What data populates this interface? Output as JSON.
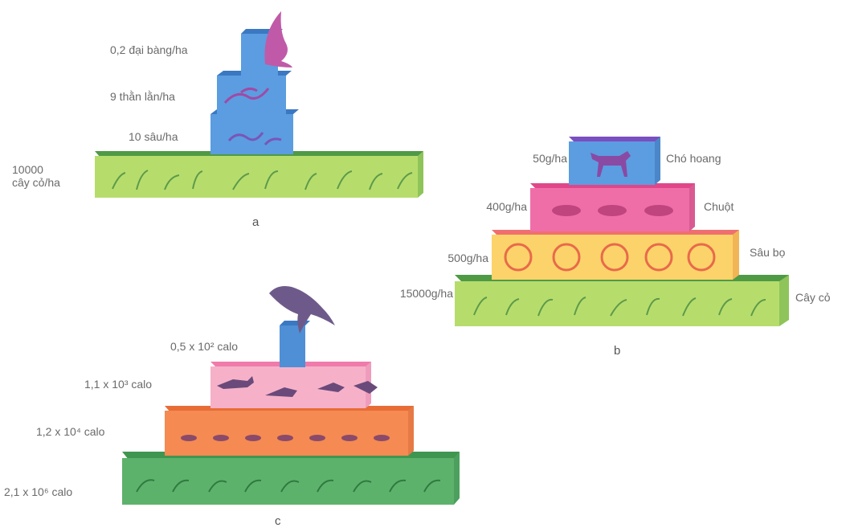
{
  "pyramids": {
    "a": {
      "caption": "a",
      "levels": [
        {
          "label": "10000\ncây cỏ/ha",
          "color": "#b6dd6c",
          "top_color": "#4f9a45"
        },
        {
          "label": "10 sâu/ha",
          "color": "#5b9de0",
          "top_color": "#3a78c2"
        },
        {
          "label": "9 thằn lằn/ha",
          "color": "#5b9de0",
          "top_color": "#3a78c2"
        },
        {
          "label": "0,2 đại bàng/ha",
          "color": "#5b9de0",
          "top_color": "#3a78c2"
        }
      ],
      "icons": [
        "eagle-icon",
        "lizard-icon",
        "caterpillar-icon",
        "grass-icon"
      ]
    },
    "b": {
      "caption": "b",
      "levels": [
        {
          "value": "15000g/ha",
          "name": "Cây cỏ",
          "color": "#b6dd6c",
          "top_color": "#4f9a45"
        },
        {
          "value": "500g/ha",
          "name": "Sâu bọ",
          "color": "#fcd36a",
          "top_color": "#ef6f6f"
        },
        {
          "value": "400g/ha",
          "name": "Chuột",
          "color": "#f06ea8",
          "top_color": "#e0478a"
        },
        {
          "value": "50g/ha",
          "name": "Chó hoang",
          "color": "#5b9de0",
          "top_color": "#7a4fbf"
        }
      ],
      "icons": [
        "dog-icon",
        "mouse-icon",
        "insect-icon",
        "grass-icon"
      ]
    },
    "c": {
      "caption": "c",
      "levels": [
        {
          "label": "2,1 x 10⁶ calo",
          "color": "#5db26b",
          "top_color": "#3f9650"
        },
        {
          "label": "1,2 x 10⁴ calo",
          "color": "#f58a52",
          "top_color": "#e86c36"
        },
        {
          "label": "1,1 x 10³ calo",
          "color": "#f6b1c9",
          "top_color": "#f07bab"
        },
        {
          "label": "0,5 x 10² calo",
          "color": "#4f8fd6",
          "top_color": "#3a78c2"
        }
      ],
      "icons": [
        "hawk-icon",
        "animal-icon",
        "small-animal-icon",
        "plant-icon"
      ]
    }
  }
}
